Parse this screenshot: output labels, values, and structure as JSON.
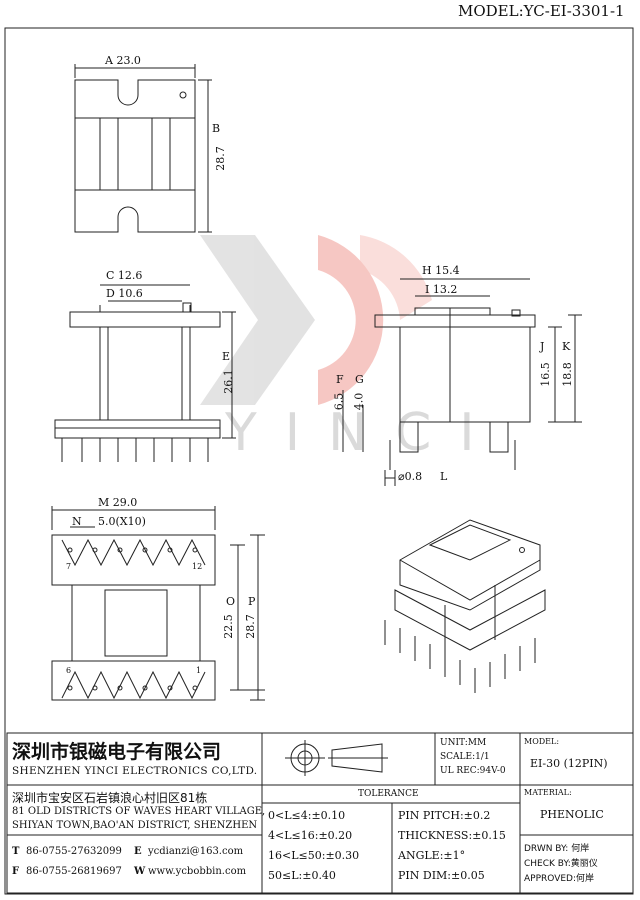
{
  "model_header": {
    "label": "MODEL:",
    "value": "YC-EI-3301-1"
  },
  "watermark": {
    "brand": "YINCI",
    "color": "#e23a2a"
  },
  "views": {
    "top": {
      "dim_a": "A 23.0",
      "dim_b": "B",
      "dim_b_val": "28.7"
    },
    "front": {
      "dim_c": "C 12.6",
      "dim_d": "D 10.6",
      "dim_e": "E",
      "dim_e_val": "26.1"
    },
    "side": {
      "dim_h": "H 15.4",
      "dim_i": "I 13.2",
      "dim_f": "F",
      "dim_f_val": "6.5",
      "dim_g": "G",
      "dim_g_val": "4.0",
      "dim_j": "J",
      "dim_j_val": "16.5",
      "dim_k": "K",
      "dim_k_val": "18.8",
      "dim_l": "⌀0.8",
      "dim_l_letter": "L"
    },
    "bottom": {
      "dim_m": "M 29.0",
      "dim_n": "N",
      "dim_n_val": "5.0(X10)",
      "dim_o": "O",
      "dim_o_val": "22.5",
      "dim_p": "P",
      "dim_p_val": "28.7",
      "pin_7": "7",
      "pin_12": "12",
      "pin_6": "6",
      "pin_1": "1"
    }
  },
  "title_block": {
    "company_cn": "深圳市银磁电子有限公司",
    "company_en": "SHENZHEN YINCI ELECTRONICS CO,LTD.",
    "address_cn": "深圳市宝安区石岩镇浪心村旧区81栋",
    "address_en_1": "81 OLD DISTRICTS OF WAVES HEART VILLAGE,",
    "address_en_2": "SHIYAN TOWN,BAO'AN DISTRICT, SHENZHEN",
    "tel_letter": "T",
    "tel": "86-0755-27632099",
    "email_letter": "E",
    "email": "ycdianzi@163.com",
    "fax_letter": "F",
    "fax": "86-0755-26819697",
    "web_letter": "W",
    "web": "www.ycbobbin.com",
    "unit": "UNIT:MM",
    "scale": "SCALE:1/1",
    "ul_rec": "UL REC:94V-0",
    "tolerance_title": "TOLERANCE",
    "tolerances_left": [
      "0<L≤4:±0.10",
      "4<L≤16:±0.20",
      "16<L≤50:±0.30",
      "50≤L:±0.40"
    ],
    "tolerances_right": [
      "PIN PITCH:±0.2",
      "THICKNESS:±0.15",
      "ANGLE:±1°",
      "PIN DIM:±0.05"
    ],
    "model_label": "MODEL:",
    "model_value": "EI-30 (12PIN)",
    "material_label": "MATERIAL:",
    "material_value": "PHENOLIC",
    "drawn_by": "DRWN BY: 何岸",
    "check_by": "CHECK BY:黄丽仪",
    "approved": "APPROVED:何岸"
  }
}
